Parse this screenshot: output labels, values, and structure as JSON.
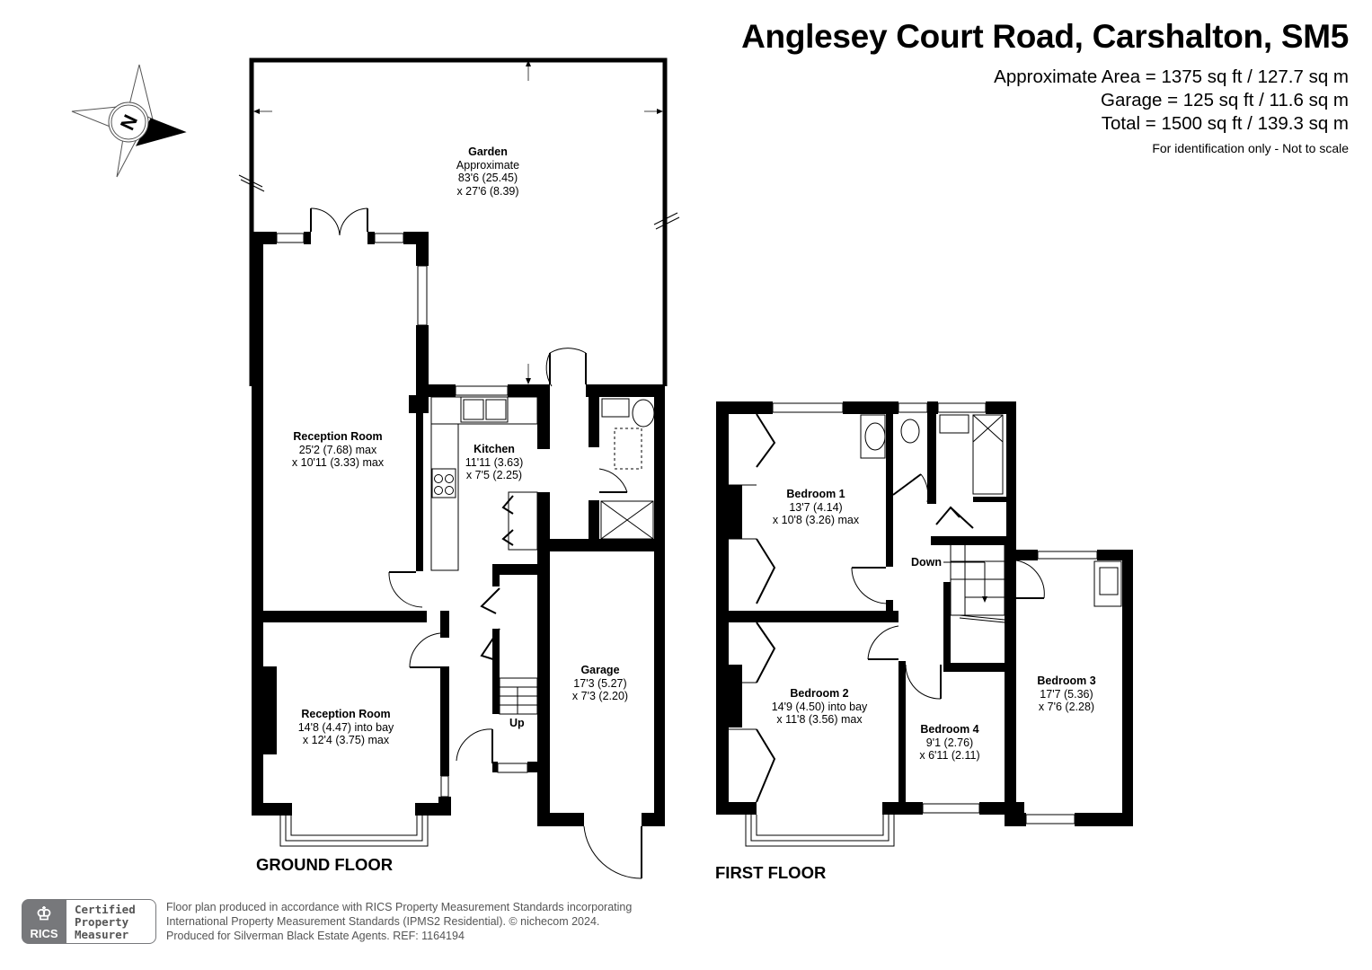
{
  "header": {
    "title": "Anglesey Court Road, Carshalton, SM5",
    "approx_area": "Approximate Area = 1375 sq ft / 127.7 sq m",
    "garage_area": "Garage = 125 sq ft / 11.6 sq m",
    "total_area": "Total = 1500 sq ft / 139.3 sq m",
    "note": "For identification only - Not to scale"
  },
  "compass": {
    "icon": "north-compass-icon",
    "label": "N"
  },
  "ground_floor": {
    "label": "GROUND FLOOR",
    "stairs_label": "Up",
    "rooms": [
      {
        "name": "Garden",
        "line1": "Approximate",
        "line2": "83'6 (25.45)",
        "line3": "x 27'6 (8.39)"
      },
      {
        "name": "Reception Room",
        "line1": "25'2 (7.68) max",
        "line2": "x 10'11 (3.33) max"
      },
      {
        "name": "Kitchen",
        "line1": "11'11 (3.63)",
        "line2": "x 7'5 (2.25)"
      },
      {
        "name": "Reception Room",
        "line1": "14'8 (4.47) into bay",
        "line2": "x 12'4 (3.75) max"
      },
      {
        "name": "Garage",
        "line1": "17'3 (5.27)",
        "line2": "x 7'3 (2.20)"
      }
    ]
  },
  "first_floor": {
    "label": "FIRST FLOOR",
    "stairs_label": "Down",
    "rooms": [
      {
        "name": "Bedroom 1",
        "line1": "13'7 (4.14)",
        "line2": "x 10'8 (3.26) max"
      },
      {
        "name": "Bedroom 2",
        "line1": "14'9 (4.50) into bay",
        "line2": "x 11'8 (3.56) max"
      },
      {
        "name": "Bedroom 3",
        "line1": "17'7 (5.36)",
        "line2": "x 7'6 (2.28)"
      },
      {
        "name": "Bedroom 4",
        "line1": "9'1 (2.76)",
        "line2": "x 6'11 (2.11)"
      }
    ]
  },
  "footer": {
    "rics_logo": "RICS",
    "badge_line1": "Certified",
    "badge_line2": "Property",
    "badge_line3": "Measurer",
    "text_line1": "Floor plan produced in accordance with RICS Property Measurement Standards incorporating",
    "text_line2": "International Property Measurement Standards (IPMS2 Residential).   © nichecom 2024.",
    "text_line3": "Produced for Silverman Black Estate Agents.   REF:  1164194"
  }
}
